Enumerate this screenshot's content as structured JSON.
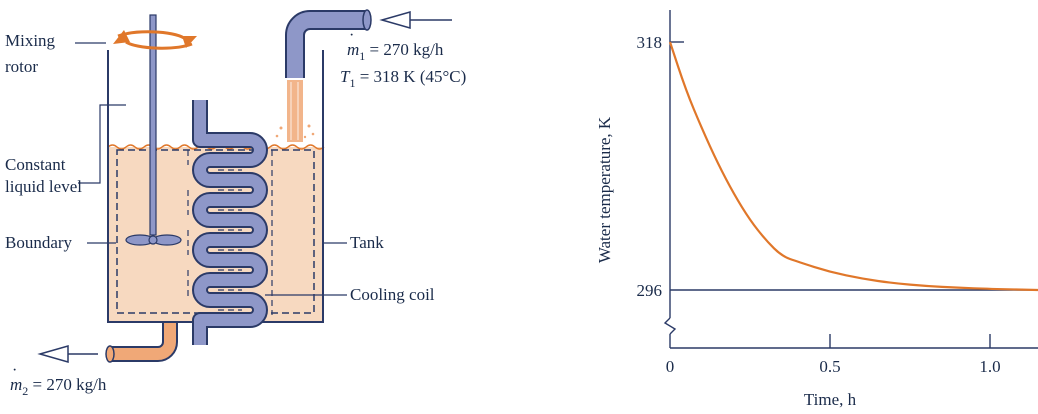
{
  "diagram": {
    "labels": {
      "mixing_rotor_line1": "Mixing",
      "mixing_rotor_line2": "rotor",
      "constant_level_line1": "Constant",
      "constant_level_line2": "liquid level",
      "boundary": "Boundary",
      "tank": "Tank",
      "cooling_coil": "Cooling coil"
    },
    "inlet": {
      "m_symbol": "m",
      "m_sub": "1",
      "m_value": " = 270 kg/h",
      "t_symbol": "T",
      "t_sub": "1",
      "t_value": " = 318 K (45°C)"
    },
    "outlet": {
      "m_symbol": "m",
      "m_sub": "2",
      "m_value": " = 270 kg/h"
    },
    "colors": {
      "outline": "#2b3a67",
      "liquid": "#f7d9c0",
      "pipe": "#8e97c8",
      "rotor_arrow": "#e0772a",
      "warm_pipe": "#f0a877"
    }
  },
  "chart_data": {
    "type": "line",
    "title": "",
    "xlabel": "Time, h",
    "ylabel": "Water temperature, K",
    "xlim": [
      0,
      1.15
    ],
    "ylim": [
      290,
      320
    ],
    "x_ticks": [
      0,
      0.5,
      1.0
    ],
    "x_tick_labels": [
      "0",
      "0.5",
      "1.0"
    ],
    "y_ticks": [
      318,
      296
    ],
    "y_tick_labels": [
      "318",
      "296"
    ],
    "axis_break": "y-axis below 296",
    "series": [
      {
        "color": "#e0772a",
        "x": [
          0,
          0.05,
          0.1,
          0.15,
          0.2,
          0.25,
          0.3,
          0.35,
          0.4,
          0.5,
          0.6,
          0.7,
          0.8,
          0.9,
          1.0,
          1.15
        ],
        "y": [
          318,
          313.7,
          310.3,
          307.2,
          304.5,
          302.2,
          300.4,
          299.0,
          298.5,
          297.6,
          297.0,
          296.6,
          296.35,
          296.2,
          296.1,
          296.0
        ]
      }
    ],
    "reference_line": {
      "y": 296,
      "color": "#2b3a67"
    }
  }
}
